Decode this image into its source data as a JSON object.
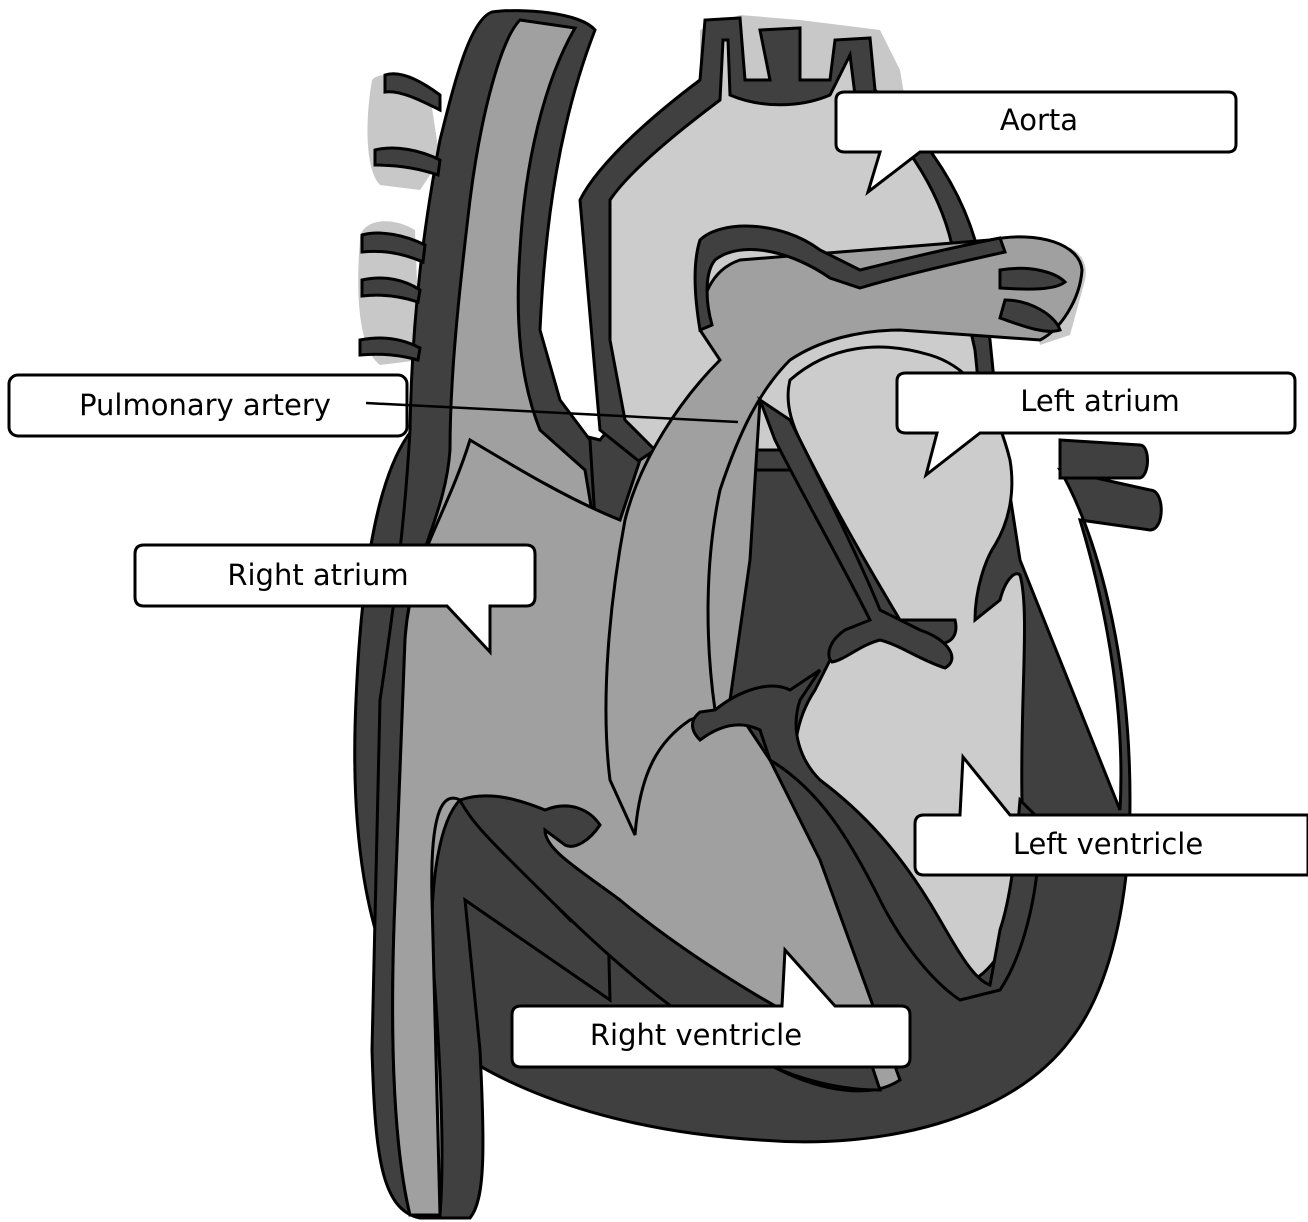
{
  "diagram": {
    "colors": {
      "wall": "#404040",
      "chamber_dark": "#a0a0a0",
      "chamber_light": "#cccccc",
      "vessel_halo": "#c8c8c8",
      "outline": "#000000",
      "callout_fill": "#ffffff"
    },
    "labels": {
      "aorta": "Aorta",
      "pulmonary_artery": "Pulmonary artery",
      "left_atrium": "Left atrium",
      "right_atrium": "Right atrium",
      "left_ventricle": "Left ventricle",
      "right_ventricle": "Right ventricle"
    }
  }
}
